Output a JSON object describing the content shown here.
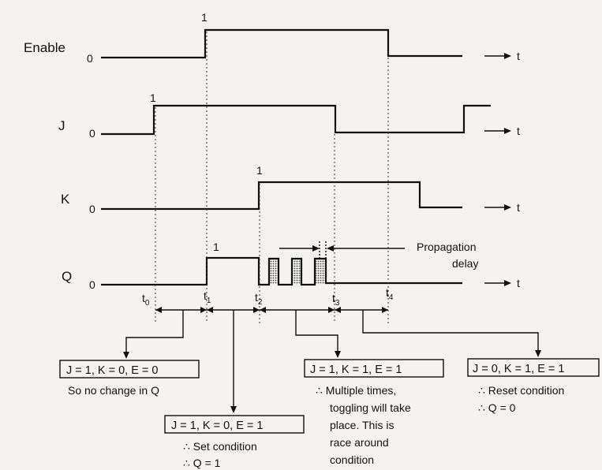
{
  "signals": {
    "enable": {
      "name": "Enable",
      "low": "0",
      "high": "1"
    },
    "j": {
      "name": "J",
      "low": "0",
      "high": "1"
    },
    "k": {
      "name": "K",
      "low": "0",
      "high": "1"
    },
    "q": {
      "name": "Q",
      "low": "0",
      "high": "1"
    }
  },
  "axis_label": "t",
  "time_marks": [
    {
      "base": "t",
      "sub": "0"
    },
    {
      "base": "t",
      "sub": "1"
    },
    {
      "base": "t",
      "sub": "2"
    },
    {
      "base": "t",
      "sub": "3"
    },
    {
      "base": "t",
      "sub": "4"
    }
  ],
  "propagation_label": [
    "Propagation",
    "delay"
  ],
  "annotations": [
    {
      "box": "J = 1, K = 0, E = 0",
      "lines": [
        "So no change in Q"
      ]
    },
    {
      "box": "J = 1, K = 0, E = 1",
      "lines": [
        "∴ Set condition",
        "∴ Q = 1"
      ]
    },
    {
      "box": "J = 1, K = 1, E = 1",
      "lines": [
        "∴ Multiple times,",
        "toggling will take",
        "place. This is",
        "race around",
        "condition"
      ]
    },
    {
      "box": "J = 0, K = 1, E = 1",
      "lines": [
        "∴ Reset condition",
        "∴ Q = 0"
      ]
    }
  ]
}
